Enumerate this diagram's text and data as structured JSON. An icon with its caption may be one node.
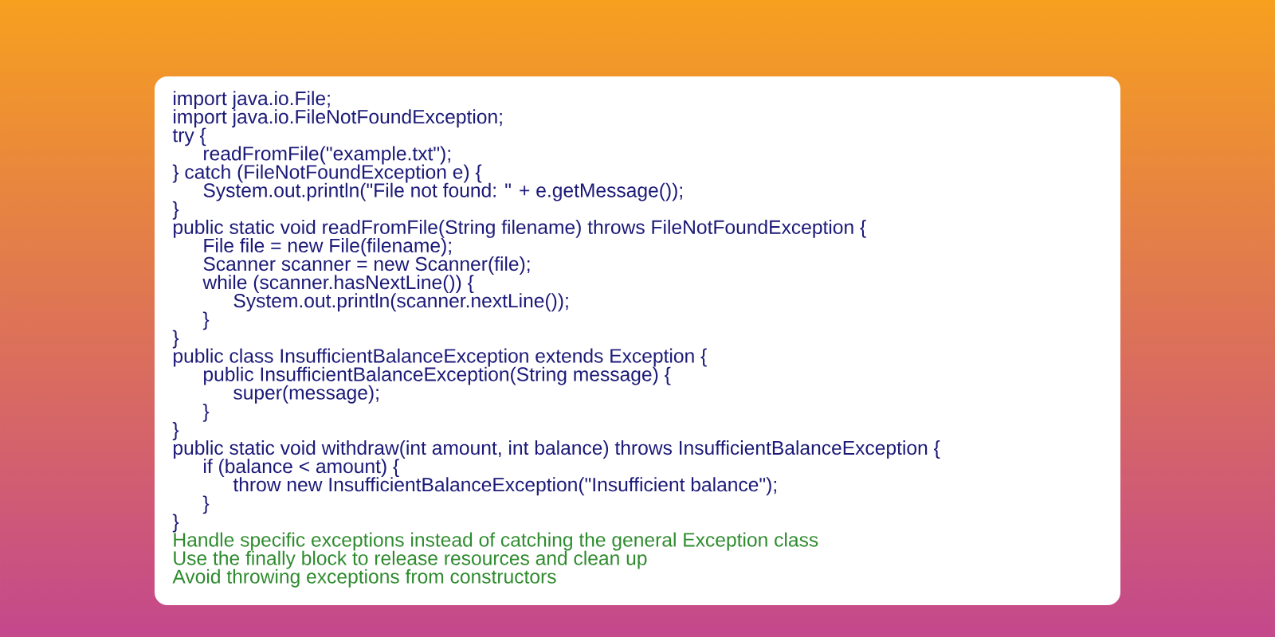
{
  "diagram": {
    "labels": [
      "import java.io.File;",
      "import java.io.FileNotFoundException;",
      "try {",
      "readFromFile(\"example.txt\");",
      "} catch (FileNotFoundException e) {",
      "System.out.println(\"File not found: \" + e.getMessage());",
      "}",
      "public static void readFromFile(String filename) throws FileNotFoundException {",
      "File file = new File(filename);",
      "Scanner scanner = new Scanner(file);",
      "while (scanner.hasNextLine()) {",
      "System.out.println(scanner.nextLine());",
      "}",
      "}",
      "public class InsufficientBalanceException extends Exception {",
      "public InsufficientBalanceException(String message) {",
      "super(message);",
      "}",
      "}",
      "public static void withdraw(int amount, int balance) throws InsufficientBalanceException {",
      "if (balance < amount) {",
      "throw new InsufficientBalanceException(\"Insufficient balance\");",
      "}",
      "}",
      "Handle specific exceptions instead of catching the general Exception class",
      "Use the finally block to release resources and clean up",
      "Avoid throwing exceptions from constructors"
    ]
  }
}
